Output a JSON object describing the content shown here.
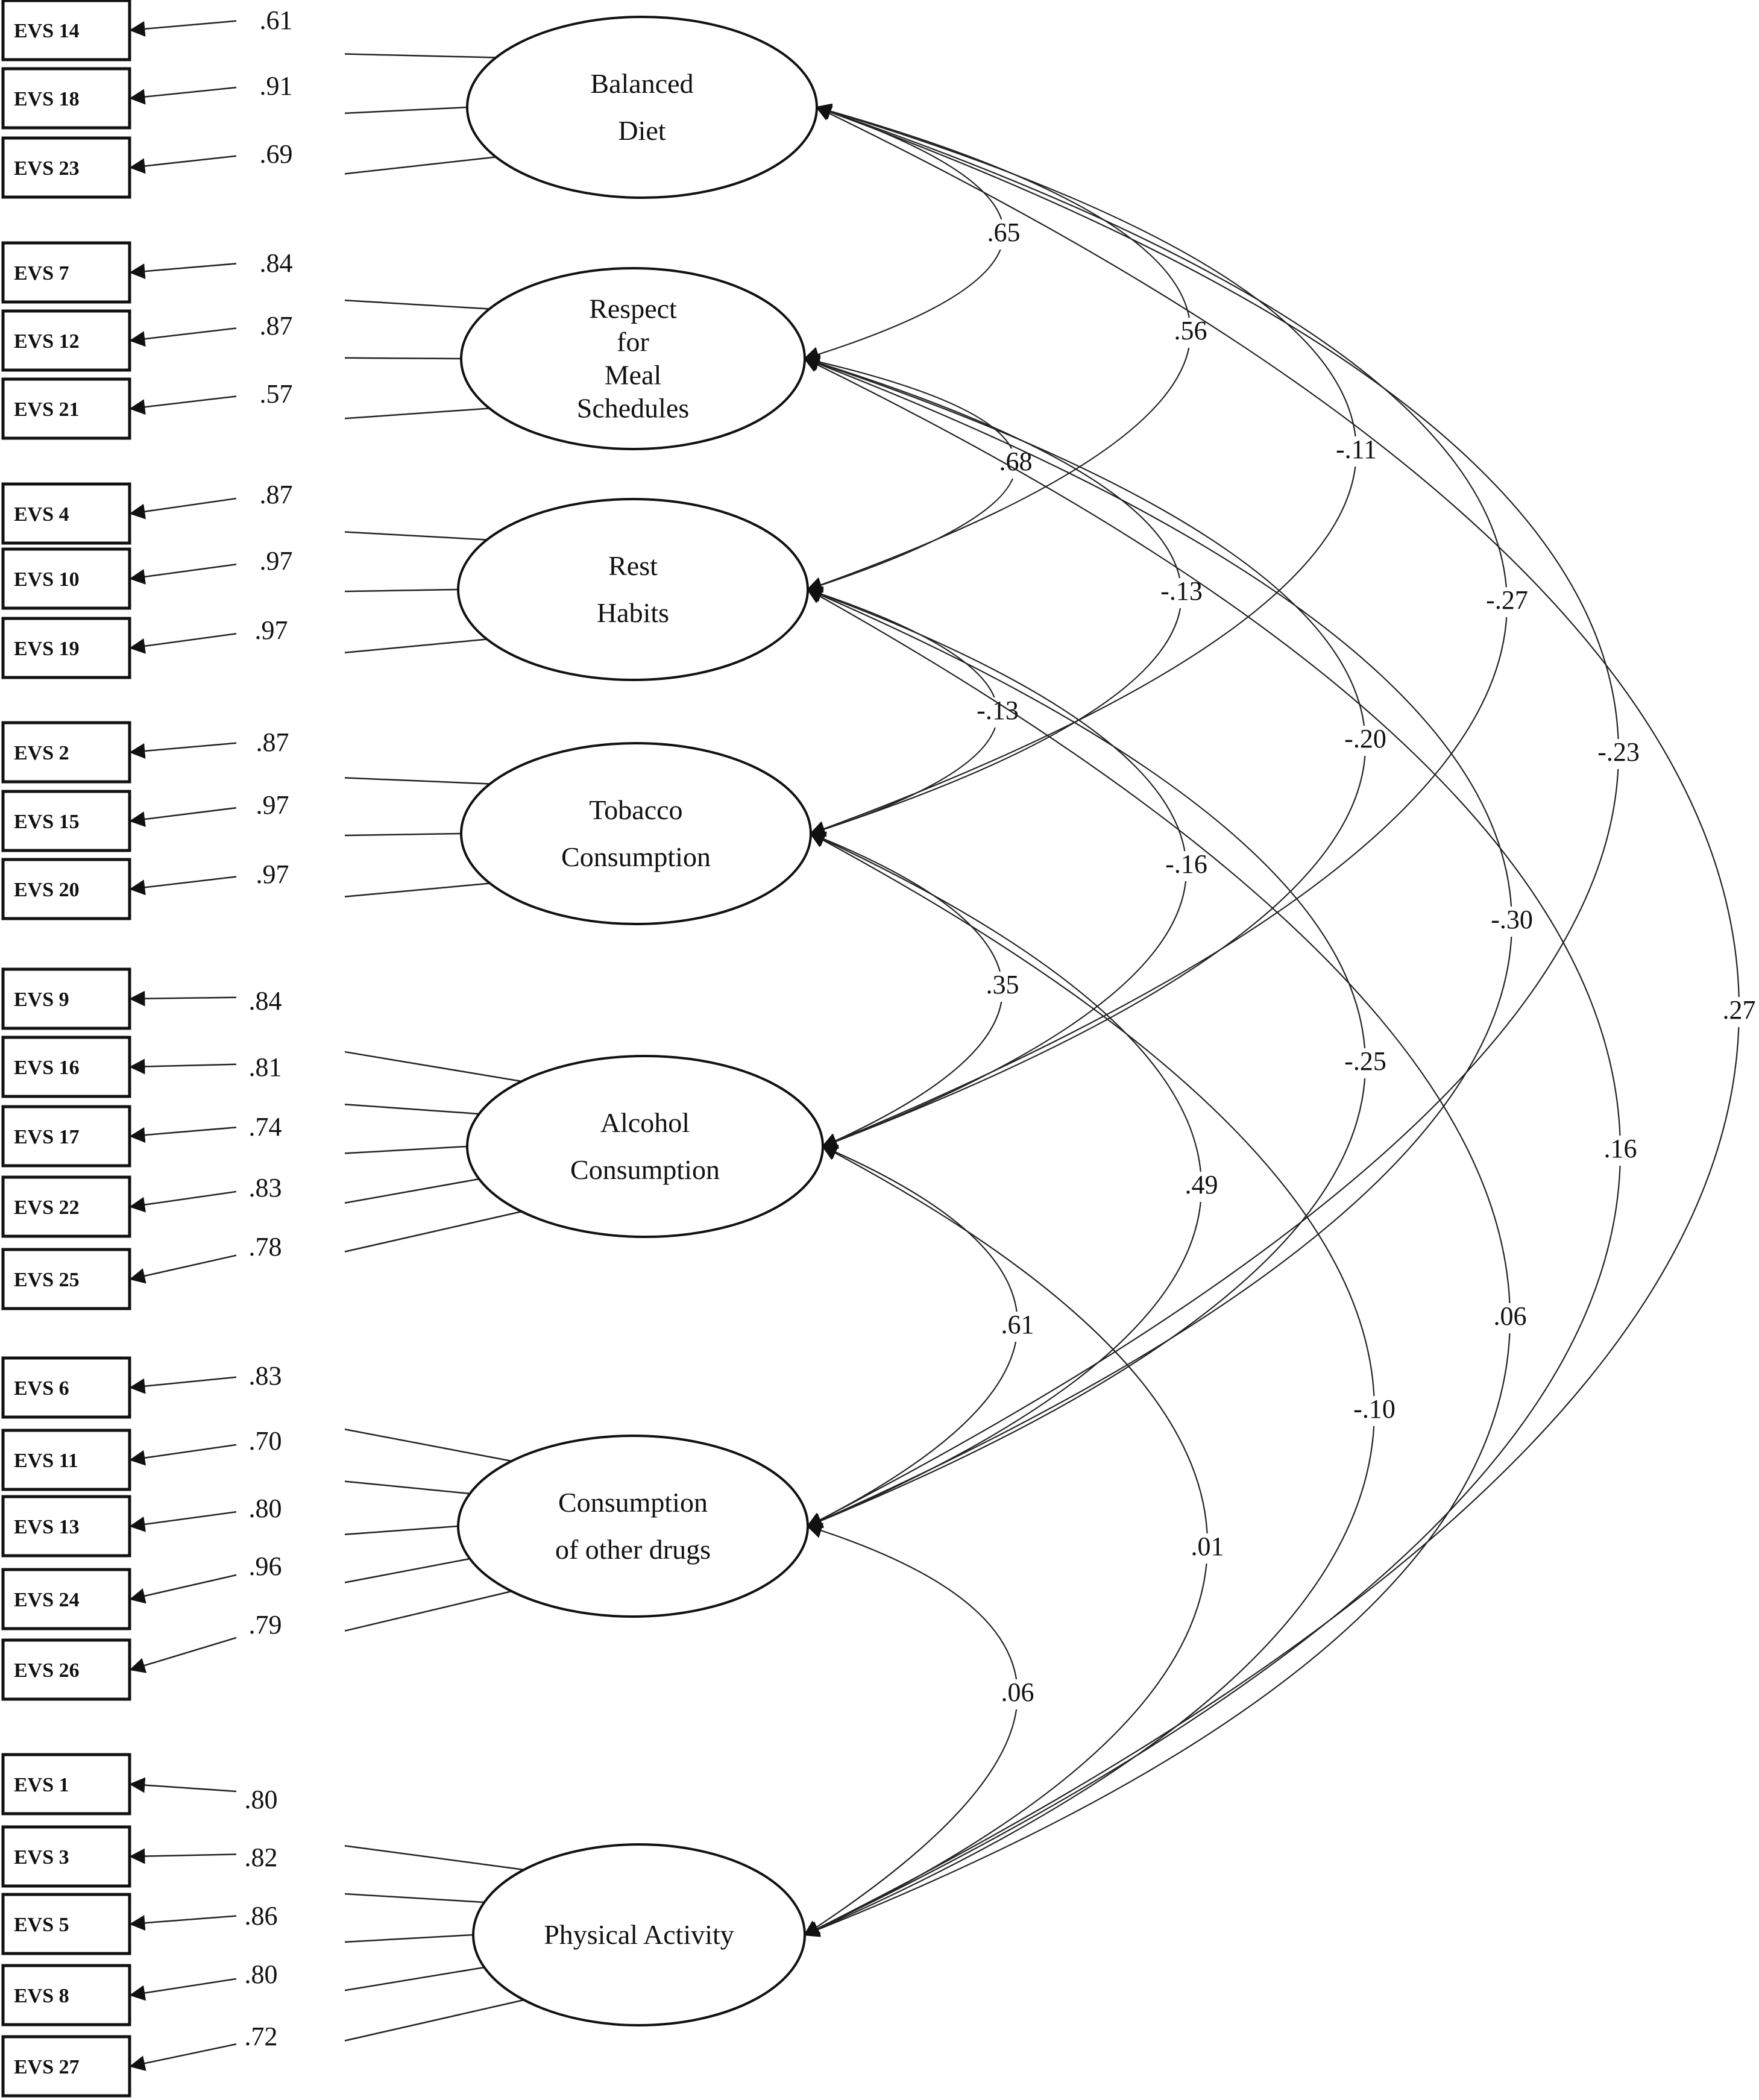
{
  "factors": [
    {
      "id": "balanced-diet",
      "label_lines": [
        "Balanced",
        "Diet"
      ],
      "items": [
        {
          "label": "EVS 14",
          "loading": ".61"
        },
        {
          "label": "EVS 18",
          "loading": ".91"
        },
        {
          "label": "EVS 23",
          "loading": ".69"
        }
      ]
    },
    {
      "id": "respect-for-meal-schedules",
      "label_lines": [
        "Respect",
        "for",
        "Meal",
        "Schedules"
      ],
      "items": [
        {
          "label": "EVS 7",
          "loading": ".84"
        },
        {
          "label": "EVS 12",
          "loading": ".87"
        },
        {
          "label": "EVS 21",
          "loading": ".57"
        }
      ]
    },
    {
      "id": "rest-habits",
      "label_lines": [
        "Rest",
        "Habits"
      ],
      "items": [
        {
          "label": "EVS 4",
          "loading": ".87"
        },
        {
          "label": "EVS 10",
          "loading": ".97"
        },
        {
          "label": "EVS 19",
          "loading": ".97"
        }
      ]
    },
    {
      "id": "tobacco-consumption",
      "label_lines": [
        "Tobacco",
        "Consumption"
      ],
      "items": [
        {
          "label": "EVS 2",
          "loading": ".87"
        },
        {
          "label": "EVS 15",
          "loading": ".97"
        },
        {
          "label": "EVS 20",
          "loading": ".97"
        }
      ]
    },
    {
      "id": "alcohol-consumption",
      "label_lines": [
        "Alcohol",
        "Consumption"
      ],
      "items": [
        {
          "label": "EVS 9",
          "loading": ".84"
        },
        {
          "label": "EVS 16",
          "loading": ".81"
        },
        {
          "label": "EVS 17",
          "loading": ".74"
        },
        {
          "label": "EVS 22",
          "loading": ".83"
        },
        {
          "label": "EVS 25",
          "loading": ".78"
        }
      ]
    },
    {
      "id": "consumption-of-other-drugs",
      "label_lines": [
        "Consumption",
        "of other drugs"
      ],
      "items": [
        {
          "label": "EVS 6",
          "loading": ".83"
        },
        {
          "label": "EVS 11",
          "loading": ".70"
        },
        {
          "label": "EVS 13",
          "loading": ".80"
        },
        {
          "label": "EVS 24",
          "loading": ".96"
        },
        {
          "label": "EVS 26",
          "loading": ".79"
        }
      ]
    },
    {
      "id": "physical-activity",
      "label_lines": [
        "Physical Activity"
      ],
      "items": [
        {
          "label": "EVS 1",
          "loading": ".80"
        },
        {
          "label": "EVS 3",
          "loading": ".82"
        },
        {
          "label": "EVS 5",
          "loading": ".86"
        },
        {
          "label": "EVS 8",
          "loading": ".80"
        },
        {
          "label": "EVS 27",
          "loading": ".72"
        }
      ]
    }
  ],
  "correlations": [
    {
      "from": 0,
      "to": 1,
      "value": ".65"
    },
    {
      "from": 0,
      "to": 2,
      "value": ".56"
    },
    {
      "from": 0,
      "to": 3,
      "value": "-.11"
    },
    {
      "from": 0,
      "to": 4,
      "value": "-.27"
    },
    {
      "from": 0,
      "to": 5,
      "value": "-.23"
    },
    {
      "from": 0,
      "to": 6,
      "value": ".27"
    },
    {
      "from": 1,
      "to": 2,
      "value": ".68"
    },
    {
      "from": 1,
      "to": 3,
      "value": "-.13"
    },
    {
      "from": 1,
      "to": 4,
      "value": "-.20"
    },
    {
      "from": 1,
      "to": 5,
      "value": "-.30"
    },
    {
      "from": 1,
      "to": 6,
      "value": ".16"
    },
    {
      "from": 2,
      "to": 3,
      "value": "-.13"
    },
    {
      "from": 2,
      "to": 4,
      "value": "-.16"
    },
    {
      "from": 2,
      "to": 5,
      "value": "-.25"
    },
    {
      "from": 2,
      "to": 6,
      "value": ".06"
    },
    {
      "from": 3,
      "to": 4,
      "value": ".35"
    },
    {
      "from": 3,
      "to": 5,
      "value": ".49"
    },
    {
      "from": 3,
      "to": 6,
      "value": "-.10"
    },
    {
      "from": 4,
      "to": 5,
      "value": ".61"
    },
    {
      "from": 4,
      "to": 6,
      "value": ".01"
    },
    {
      "from": 5,
      "to": 6,
      "value": ".06"
    }
  ]
}
